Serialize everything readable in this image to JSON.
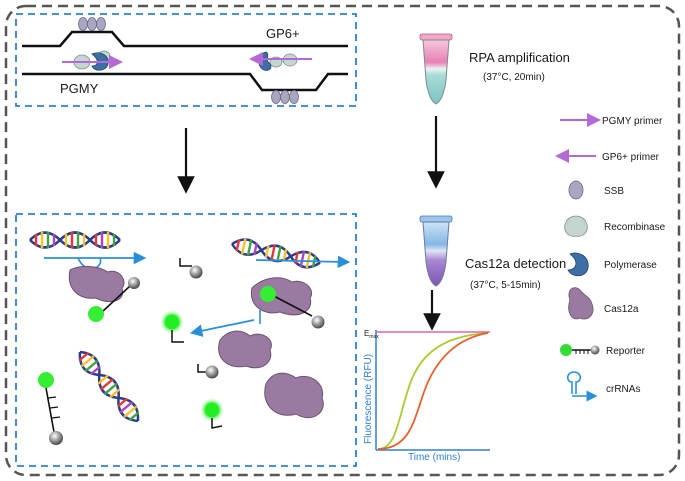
{
  "scheme": {
    "target": {
      "left_label": "PGMY",
      "right_label": "GP6+"
    },
    "steps": {
      "rpa": {
        "title": "RPA amplification",
        "condition": "(37°C, 20min)"
      },
      "cas": {
        "title": "Cas12a detection",
        "condition": "(37°C, 5-15min)"
      }
    },
    "legend": [
      {
        "label": "PGMY primer",
        "icon": "pgmy-primer-icon",
        "color": "#b36ad6"
      },
      {
        "label": "GP6+ primer",
        "icon": "gp6-primer-icon",
        "color": "#b36ad6"
      },
      {
        "label": "SSB",
        "icon": "ssb-icon",
        "color": "#a9a6c2"
      },
      {
        "label": "Recombinase",
        "icon": "recombinase-icon",
        "color": "#c5d6d0"
      },
      {
        "label": "Polymerase",
        "icon": "polymerase-icon",
        "color": "#3d6fa6"
      },
      {
        "label": "Cas12a",
        "icon": "cas12a-icon",
        "color": "#9a7aa0"
      },
      {
        "label": "Reporter",
        "icon": "reporter-icon",
        "color": "#33dd33"
      },
      {
        "label": "crRNAs",
        "icon": "crrna-icon",
        "color": "#2a8fd8"
      }
    ],
    "plot": {
      "ylabel": "Fluorescence (RFU)",
      "xlabel": "Time (mins)",
      "emax_label": "E",
      "emax_sub": "max",
      "curve_colors": [
        "#a8cc2a",
        "#e8602c"
      ]
    },
    "colors": {
      "frame": "#555555",
      "dashed_box": "#2f7fd6",
      "axis": "#2f7fd6",
      "emax_line": "#e040a0"
    }
  }
}
